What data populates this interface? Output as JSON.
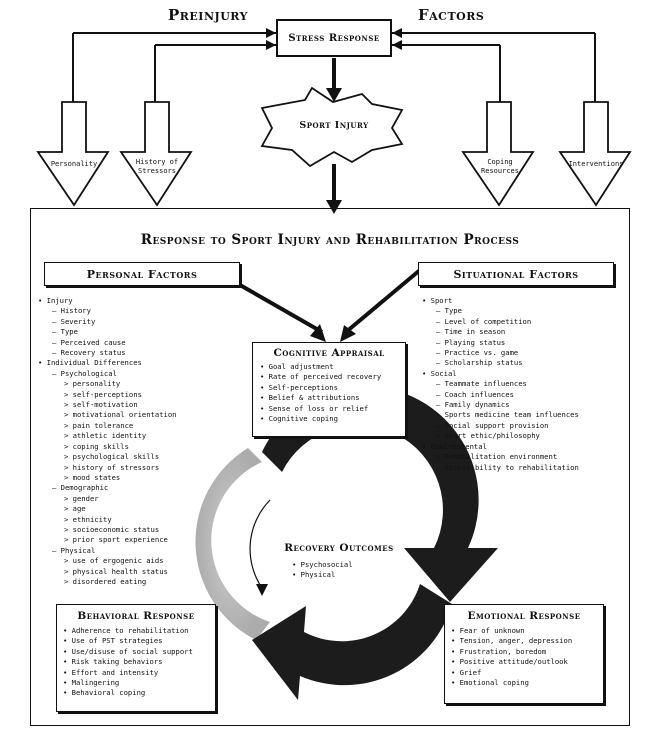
{
  "header": {
    "left": "Preinjury",
    "right": "Factors",
    "stress": "Stress Response",
    "injury": "Sport Injury"
  },
  "top_arrows": [
    "Personality",
    "History of Stressors",
    "Coping Resources",
    "Interventions"
  ],
  "main_title": "Response to Sport Injury and Rehabilitation Process",
  "personal": {
    "title": "Personal Factors",
    "items": [
      {
        "lvl": 0,
        "text": "Injury"
      },
      {
        "lvl": 1,
        "text": "History"
      },
      {
        "lvl": 1,
        "text": "Severity"
      },
      {
        "lvl": 1,
        "text": "Type"
      },
      {
        "lvl": 1,
        "text": "Perceived cause"
      },
      {
        "lvl": 1,
        "text": "Recovery status"
      },
      {
        "lvl": 0,
        "text": "Individual Differences"
      },
      {
        "lvl": 1,
        "text": "Psychological"
      },
      {
        "lvl": 2,
        "text": "personality"
      },
      {
        "lvl": 2,
        "text": "self-perceptions"
      },
      {
        "lvl": 2,
        "text": "self-motivation"
      },
      {
        "lvl": 2,
        "text": "motivational orientation"
      },
      {
        "lvl": 2,
        "text": "pain tolerance"
      },
      {
        "lvl": 2,
        "text": "athletic identity"
      },
      {
        "lvl": 2,
        "text": "coping skills"
      },
      {
        "lvl": 2,
        "text": "psychological skills"
      },
      {
        "lvl": 2,
        "text": "history of stressors"
      },
      {
        "lvl": 2,
        "text": "mood states"
      },
      {
        "lvl": 1,
        "text": "Demographic"
      },
      {
        "lvl": 2,
        "text": "gender"
      },
      {
        "lvl": 2,
        "text": "age"
      },
      {
        "lvl": 2,
        "text": "ethnicity"
      },
      {
        "lvl": 2,
        "text": "socioeconomic status"
      },
      {
        "lvl": 2,
        "text": "prior sport experience"
      },
      {
        "lvl": 1,
        "text": "Physical"
      },
      {
        "lvl": 2,
        "text": "use of ergogenic aids"
      },
      {
        "lvl": 2,
        "text": "physical health status"
      },
      {
        "lvl": 2,
        "text": "disordered eating"
      }
    ]
  },
  "situational": {
    "title": "Situational Factors",
    "items": [
      {
        "lvl": 0,
        "text": "Sport"
      },
      {
        "lvl": 1,
        "text": "Type"
      },
      {
        "lvl": 1,
        "text": "Level of competition"
      },
      {
        "lvl": 1,
        "text": "Time in season"
      },
      {
        "lvl": 1,
        "text": "Playing status"
      },
      {
        "lvl": 1,
        "text": "Practice vs. game"
      },
      {
        "lvl": 1,
        "text": "Scholarship status"
      },
      {
        "lvl": 0,
        "text": "Social"
      },
      {
        "lvl": 1,
        "text": "Teammate influences"
      },
      {
        "lvl": 1,
        "text": "Coach influences"
      },
      {
        "lvl": 1,
        "text": "Family dynamics"
      },
      {
        "lvl": 1,
        "text": "Sports medicine team influences"
      },
      {
        "lvl": 1,
        "text": "Social support provision"
      },
      {
        "lvl": 1,
        "text": "Sport ethic/philosophy"
      },
      {
        "lvl": 0,
        "text": "Environmental"
      },
      {
        "lvl": 1,
        "text": "Rehabilitation environment"
      },
      {
        "lvl": 1,
        "text": "Accessibility to rehabilitation"
      }
    ]
  },
  "cognitive": {
    "title": "Cognitive Appraisal",
    "items": [
      "Goal adjustment",
      "Rate of perceived recovery",
      "Self-perceptions",
      "Belief & attributions",
      "Sense of loss or relief",
      "Cognitive coping"
    ]
  },
  "recovery": {
    "title": "Recovery Outcomes",
    "items": [
      "Psychosocial",
      "Physical"
    ]
  },
  "behavioral": {
    "title": "Behavioral Response",
    "items": [
      "Adherence to rehabilitation",
      "Use of PST strategies",
      "Use/disuse of social support",
      "Risk taking behaviors",
      "Effort and intensity",
      "Malingering",
      "Behavioral coping"
    ]
  },
  "emotional": {
    "title": "Emotional Response",
    "items": [
      "Fear of unknown",
      "Tension, anger, depression",
      "Frustration, boredom",
      "Positive attitude/outlook",
      "Grief",
      "Emotional coping"
    ]
  }
}
